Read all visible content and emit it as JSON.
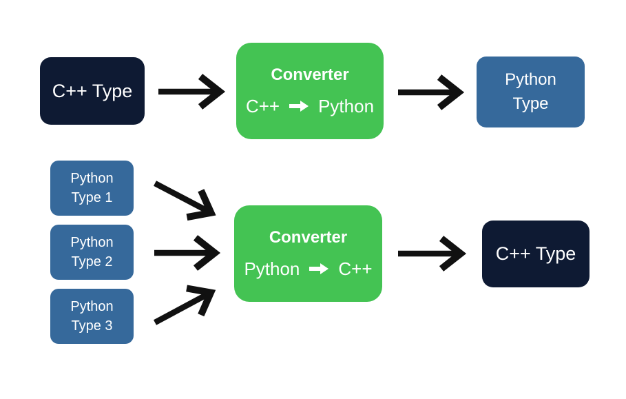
{
  "diagram": {
    "top_flow": {
      "source": {
        "label": "C++ Type"
      },
      "converter": {
        "title": "Converter",
        "from": "C++",
        "to": "Python"
      },
      "target": {
        "line1": "Python",
        "line2": "Type"
      }
    },
    "bottom_flow": {
      "sources": [
        {
          "line1": "Python",
          "line2": "Type 1"
        },
        {
          "line1": "Python",
          "line2": "Type 2"
        },
        {
          "line1": "Python",
          "line2": "Type 3"
        }
      ],
      "converter": {
        "title": "Converter",
        "from": "Python",
        "to": "C++"
      },
      "target": {
        "label": "C++ Type"
      }
    },
    "colors": {
      "navy": "#0e1a33",
      "green": "#44c353",
      "blue": "#36699b",
      "arrow": "#111111",
      "text": "#ffffff",
      "background": "#ffffff"
    }
  }
}
